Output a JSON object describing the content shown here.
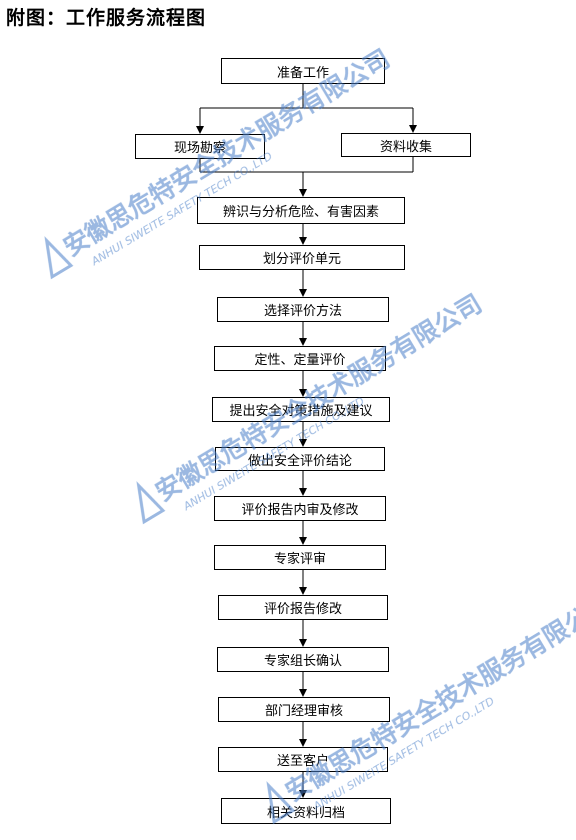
{
  "title": "附图：工作服务流程图",
  "steps": {
    "prepare": "准备工作",
    "survey": "现场勘察",
    "collect": "资料收集",
    "identify": "辨识与分析危险、有害因素",
    "divide": "划分评价单元",
    "method": "选择评价方法",
    "evaluate": "定性、定量评价",
    "measures": "提出安全对策措施及建议",
    "conclusion": "做出安全评价结论",
    "internal_review": "评价报告内审及修改",
    "expert_review": "专家评审",
    "revise": "评价报告修改",
    "leader_confirm": "专家组长确认",
    "manager_review": "部门经理审核",
    "deliver": "送至客户",
    "archive": "相关资料归档"
  },
  "watermark": {
    "company_cn": "安徽思危特安全技术服务有限公司",
    "company_en": "ANHUI SIWEITE SAFETY TECH CO.,LTD",
    "color": "#4a7fc8"
  }
}
